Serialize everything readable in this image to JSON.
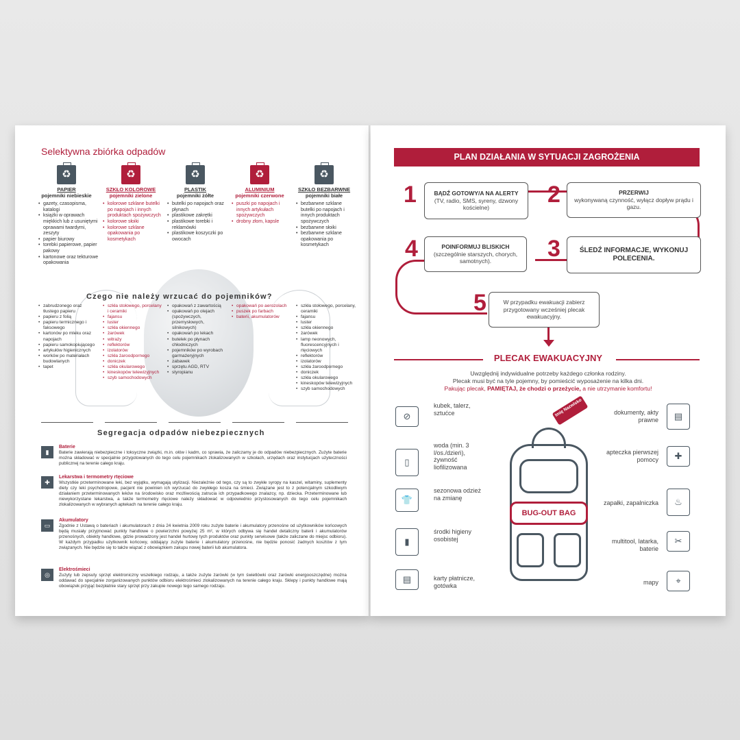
{
  "left": {
    "title": "Selektywna zbiórka odpadów",
    "bins": [
      {
        "name": "PAPIER",
        "sub": "pojemniki niebieskie",
        "color": "gray",
        "items": [
          "gazety, czasopisma, katalogi",
          "książki w oprawach miękkich lub z usuniętymi oprawami twardymi, zeszyty",
          "papier biurowy",
          "torebki papierowe, papier pakowy",
          "kartonowe oraz tekturowe opakowania"
        ]
      },
      {
        "name": "SZKŁO KOLOROWE",
        "sub": "pojemniki zielone",
        "color": "red",
        "items": [
          "kolorowe szklane butelki po napojach i innych produktach spożywczych",
          "kolorowe słoiki",
          "kolorowe szklane opakowania po kosmetykach"
        ]
      },
      {
        "name": "PLASTIK",
        "sub": "pojemniki żółte",
        "color": "gray",
        "items": [
          "butelki po napojach oraz płynach",
          "plastikowe zakrętki",
          "plastikowe torebki i reklamówki",
          "plastikowe koszyczki po owocach"
        ]
      },
      {
        "name": "ALUMINIUM",
        "sub": "pojemniki czerwone",
        "color": "red",
        "items": [
          "puszki po napojach i innych artykułach spożywczych",
          "drobny złom, kapsle"
        ]
      },
      {
        "name": "SZKŁO BEZBARWNE",
        "sub": "pojemniki białe",
        "color": "gray",
        "items": [
          "bezbarwne szklane butelki po napojach i innych produktach spożywczych",
          "bezbarwne słoiki",
          "bezbarwne szklane opakowania po kosmetykach"
        ]
      }
    ],
    "dont_title": "Czego nie należy wrzucać do pojemników?",
    "dont": [
      [
        "zabrudzonego oraz tłustego papieru",
        "papieru z folią",
        "papieru termicznego i faksowego",
        "kartonów po mleku oraz napojach",
        "papieru samokopiującego",
        "artykułów higienicznych",
        "worków po materiałach budowlanych",
        "tapet"
      ],
      [
        "szkła stołowego, porcelany i ceramiki",
        "fajansu",
        "luster",
        "szkła okiennego",
        "żarówek",
        "witraży",
        "reflektorów",
        "izolatorów",
        "szkła żaroodpornego",
        "doniczek",
        "szkła okularowego",
        "kineskopów telewizyjnych",
        "szyb samochodowych"
      ],
      [
        "opakowań z zawartością",
        "opakowań po olejach (spożywczych, przemysłowych, silnikowych)",
        "opakowań po lekach",
        "butelek po płynach chłodniczych",
        "pojemników po wyrobach garmażeryjnych",
        "zabawek",
        "sprzętu AGD, RTV",
        "styropianu"
      ],
      [
        "opakowań po aerozolach",
        "puszek po farbach",
        "baterii, akumulatorów"
      ],
      [
        "szkła stołowego, porcelany, ceramiki",
        "fajansu",
        "luster",
        "szkła okiennego",
        "żarówek",
        "lamp neonowych, fluorescencyjnych i rtęciowych",
        "reflektorów",
        "izolatorów",
        "szkła żaroodpornego",
        "doniczek",
        "szkła okularowego",
        "kineskopów telewizyjnych",
        "szyb samochodowych"
      ]
    ],
    "haz_title": "Segregacja odpadów niebezpiecznych",
    "haz": [
      {
        "name": "Baterie",
        "text": "Baterie zawierają niebezpieczne i toksyczne związki, m.in. ołów i kadm, co sprawia, że zaliczamy je do odpadów niebezpiecznych. Zużyte baterie można składować w specjalnie przygotowanych do tego celu pojemnikach zlokalizowanych w szkołach, urzędach oraz instytucjach użyteczności publicznej na terenie całego kraju."
      },
      {
        "name": "Lekarstwa i termometry rtęciowe",
        "text": "Wszystkie przeterminowane leki, bez wyjątku, wymagają utylizacji. Niezależnie od tego, czy są to zwykłe syropy na kaszel, witaminy, suplementy diety czy leki psychotropowe, pacjent nie powinien ich wyrzucać do zwykłego kosza na śmieci. Związane jest to z potencjalnym szkodliwym działaniem przeterminowanych leków na środowisko oraz możliwością zatrucia ich przypadkowego znalazcy, np. dziecka. Przeterminowane lub niewykorzystane lekarstwa, a także termometry rtęciowe należy składować w odpowiednio przystosowanych do tego celu pojemnikach zlokalizowanych w wybranych aptekach na terenie całego kraju."
      },
      {
        "name": "Akumulatory",
        "text": "Zgodnie z Ustawą o bateriach i akumulatorach z dnia 24 kwietnia 2009 roku zużyte baterie i akumulatory przenośne od użytkowników końcowych będą musiały przyjmować punkty handlowe o powierzchni powyżej 25 m², w których odbywa się handel detaliczny baterii i akumulatorów przenośnych, obiekty handlowe, gdzie prowadzony jest handel hurtowy tych produktów oraz punkty serwisowe (także zaliczane do miejsc odbioru). W każdym przypadku użytkownik końcowy, oddający zużyte baterie i akumulatory przenośne, nie będzie ponosić żadnych kosztów z tym związanych. Nie będzie się to także wiązać z obowiązkiem zakupu nowej baterii lub akumulatora."
      },
      {
        "name": "Elektrośmieci",
        "text": "Zużyty lub zepsuty sprzęt elektroniczny wszelkiego rodzaju, a także zużyte żarówki (w tym świetlówki oraz żarówki energooszczędne) można oddawać do specjalnie zorganizowanych punktów odbioru elektrośmieci zlokalizowanych na terenie całego kraju. Sklepy i punkty handlowe mają obowiązek przyjąć bezpłatnie stary sprzęt przy zakupie nowego tego samego rodzaju."
      }
    ]
  },
  "right": {
    "plan_title": "PLAN DZIAŁANIA W SYTUACJI ZAGROŻENIA",
    "steps": [
      {
        "num": "1",
        "title": "BĄDŹ GOTOWY/A NA ALERTY",
        "text": "(TV, radio, SMS, syreny, dzwony kościelne)"
      },
      {
        "num": "2",
        "title": "PRZERWIJ",
        "text": "wykonywaną czynność, wyłącz dopływ prądu i gazu."
      },
      {
        "num": "3",
        "title": "ŚLEDŹ INFORMACJE, WYKONUJ POLECENIA.",
        "text": ""
      },
      {
        "num": "4",
        "title": "POINFORMUJ BLISKICH",
        "text": "(szczególnie starszych, chorych, samotnych)."
      },
      {
        "num": "5",
        "title": "",
        "text": "W przypadku ewakuacji zabierz przygotowany wcześniej plecak ewakuacyjny."
      }
    ],
    "backpack_title": "PLECAK EWAKUACYJNY",
    "intro_1": "Uwzględnij indywidualne potrzeby każdego członka rodziny.",
    "intro_2": "Plecak musi być na tyle pojemny, by pomieścić wyposażenie na kilka dni.",
    "intro_3a": "Pakując plecak,",
    "intro_3b": "PAMIĘTAJ, że chodzi o przeżycie,",
    "intro_3c": "a nie utrzymanie komfortu!",
    "bag_label": "BUG-OUT BAG",
    "tag_label": "Imię Nazwisko",
    "items_left": [
      {
        "label": "kubek, talerz, sztućce",
        "icon": "dishes-icon"
      },
      {
        "label": "woda (min. 3 l/os./dzień), żywność liofilizowana",
        "icon": "water-food-icon"
      },
      {
        "label": "sezonowa odzież na zmianę",
        "icon": "clothes-icon"
      },
      {
        "label": "środki higieny osobistej",
        "icon": "hygiene-icon"
      },
      {
        "label": "karty płatnicze, gotówka",
        "icon": "wallet-icon"
      }
    ],
    "items_right": [
      {
        "label": "dokumenty, akty prawne",
        "icon": "documents-icon"
      },
      {
        "label": "apteczka pierwszej pomocy",
        "icon": "first-aid-icon"
      },
      {
        "label": "zapałki, zapalniczka",
        "icon": "lighter-icon"
      },
      {
        "label": "multitool, latarka, baterie",
        "icon": "multitool-icon"
      },
      {
        "label": "mapy",
        "icon": "map-icon"
      }
    ],
    "colors": {
      "accent": "#b01e3b",
      "icon": "#4a5761"
    }
  }
}
